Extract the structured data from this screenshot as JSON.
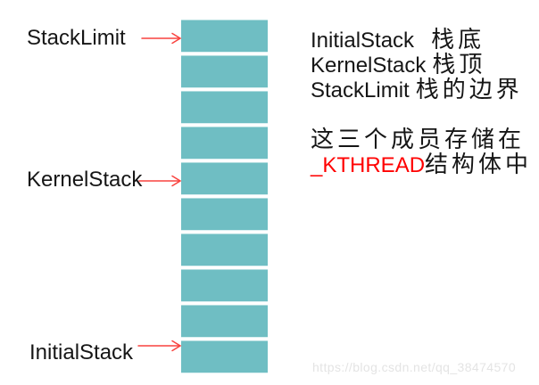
{
  "diagram": {
    "stack": {
      "cell_count": 10,
      "cell_color": "#6fbec3",
      "arrow_color": "#f9423e",
      "labels": {
        "stack_limit": "StackLimit",
        "kernel_stack": "KernelStack",
        "initial_stack": "InitialStack"
      }
    },
    "legend": {
      "entries": [
        {
          "en": "InitialStack",
          "zh": "栈底"
        },
        {
          "en": "KernelStack",
          "zh": "栈顶"
        },
        {
          "en": "StackLimit",
          "zh": "栈的边界"
        }
      ],
      "note": {
        "line1": "这三个成员存储在",
        "line2_red": "_KTHREAD",
        "line2_rest": "结构体中",
        "red_color": "#ff0000"
      }
    },
    "watermark": {
      "text": "https://blog.csdn.net/qq_38474570",
      "color": "#e4e4e4"
    }
  }
}
